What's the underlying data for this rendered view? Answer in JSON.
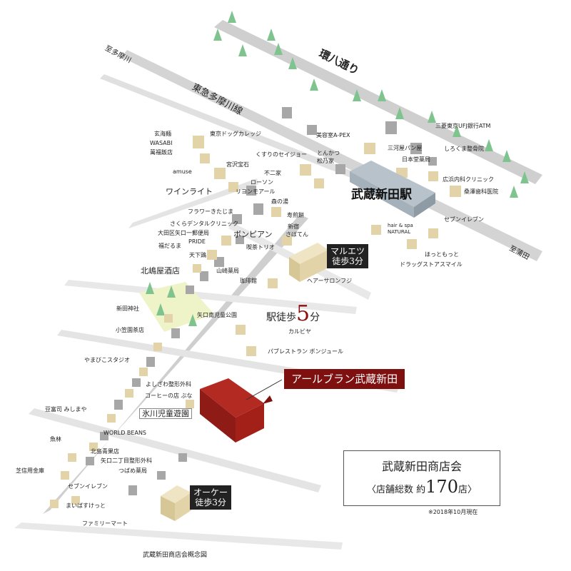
{
  "map": {
    "roads": {
      "kanpachi": "環八通り",
      "tokyu_line": "東急多摩川線",
      "to_tamagawa": "至多摩川",
      "to_kamata": "至蒲田"
    },
    "station": "武蔵新田駅",
    "property": "アールブラン武蔵新田",
    "station_walk": {
      "prefix": "駅徒歩",
      "minutes": "5",
      "suffix": "分"
    },
    "maruetsu": {
      "name": "マルエツ",
      "walk": "徒歩3分"
    },
    "okay": {
      "name": "オーケー",
      "walk": "徒歩3分"
    },
    "info": {
      "title": "武蔵新田商店会",
      "count_prefix": "〈店舗総数 約",
      "count": "170",
      "count_suffix": "店〉",
      "note": "※2018年10月現在"
    },
    "caption": "武蔵新田商店会概念図",
    "shops": {
      "genkaimen": "玄海麺",
      "wasabi": "WASABI",
      "manpuku": "萬福飯店",
      "tokyo_dog": "東京ドッグカレッジ",
      "amuse": "amuse",
      "miyazawa": "宮沢宝石",
      "kusuri_seijo": "くすりのセイジョー",
      "biyoshitsu": "美容室A-PEX",
      "tonkatsu": "とんかつ",
      "matsunoya": "松乃家",
      "mikawaya": "三河屋パン屋",
      "mufg": "三菱東京UFJ銀行ATM",
      "nihondo": "日本堂薬局",
      "shirokuma": "しろくま整骨院",
      "hirohama": "広浜内科クリニック",
      "kuwazawa": "桑澤歯科医院",
      "fujiya": "不二家",
      "lawson": "ローソン",
      "wine_light": "ワインライト",
      "ryon": "リヨンモアール",
      "mori_no_yu": "森の湯",
      "flower": "フラワーきたじま",
      "sakura": "さくらデンタルクリニック",
      "ota_post": "大田区矢口一郵便局",
      "kotobuki": "寿煎餅",
      "shinjuku": "新宿",
      "sabotenn": "さぼてん",
      "bon_pian": "ボンピアン",
      "pride": "PRIDE",
      "fukudaruma": "福だるま",
      "kissa": "喫茶トリオ",
      "seven_r": "セブンイレブン",
      "hair_spa": "hair & spa",
      "natural": "NATURAL",
      "hotto": "ほっともっと",
      "drugstore": "ドラッグストアスマイル",
      "tendon": "天下鶏",
      "kitajimaya": "北嶋屋酒店",
      "yamazaki": "山崎薬局",
      "kohikan": "珈琲館",
      "hair_salon": "ヘアーサロンフジ",
      "shinden_jinja": "新田神社",
      "yaguchi_park": "矢口南児童公園",
      "ogasawara": "小笠園茶店",
      "karubiya": "カルビヤ",
      "bonjour": "パブレストラン ボンジュール",
      "yamabiko": "やまびこスタジオ",
      "yoshizawa": "よしざわ整形外科",
      "coffee_buna": "コーヒーの店 ぶな",
      "tofu": "豆富司 みしまや",
      "hikawa_park": "氷川児童遊園",
      "world_beans": "WORLD BEANS",
      "uobayashi": "魚林",
      "kitajima_ikuei": "北島青果店",
      "yaguchi2": "矢口二丁目整形外科",
      "tsubame": "つばめ薬局",
      "shibashin": "芝信用金庫",
      "seven_l": "セブンイレブン",
      "maibasu": "まいばすけっと",
      "family": "ファミリーマート"
    }
  },
  "colors": {
    "property_red": "#9b1c1c",
    "building_tan": "#e3d3a8",
    "building_gray": "#9a9a9a",
    "tree_green": "#7fc48f",
    "park_green": "#eef3c8"
  }
}
